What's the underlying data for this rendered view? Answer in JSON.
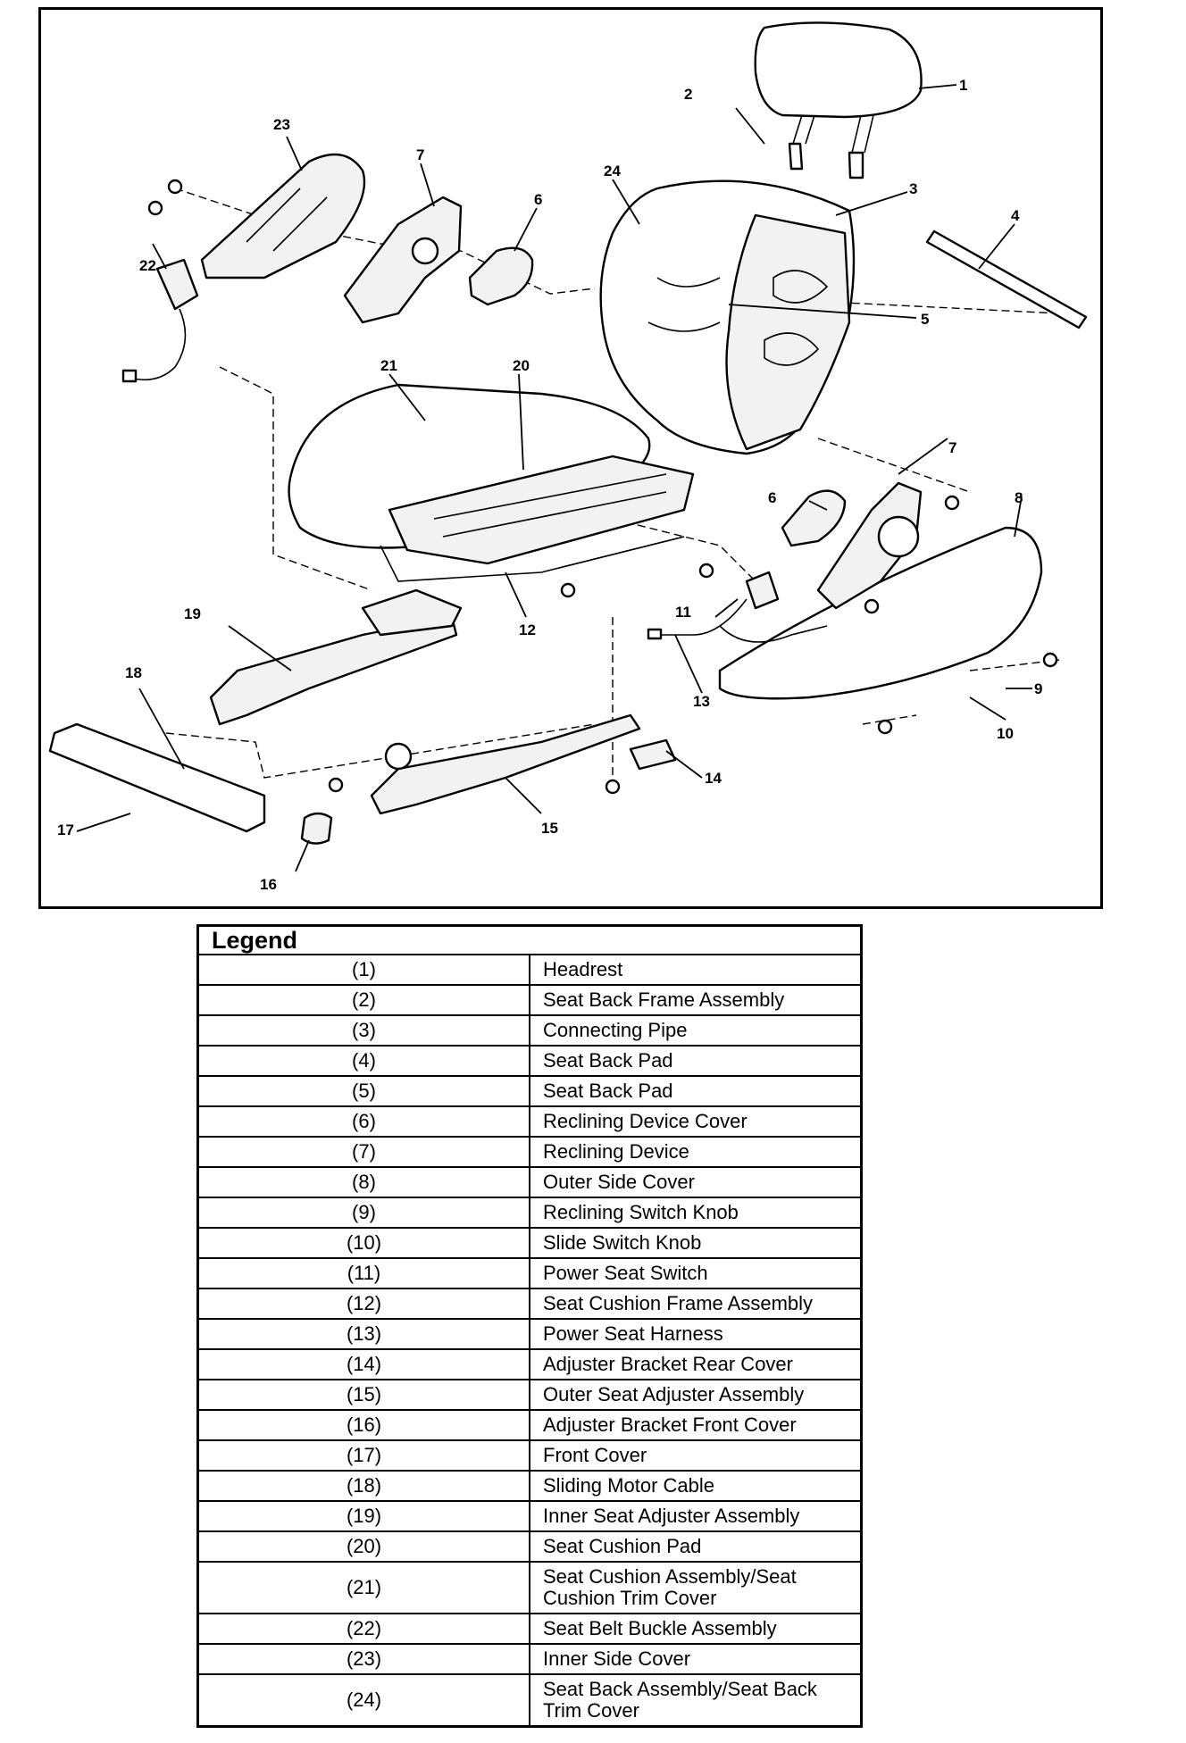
{
  "diagram": {
    "callouts": [
      "1",
      "2",
      "3",
      "4",
      "5",
      "6",
      "7",
      "8",
      "9",
      "10",
      "11",
      "12",
      "13",
      "14",
      "15",
      "16",
      "17",
      "18",
      "19",
      "20",
      "21",
      "22",
      "23",
      "24"
    ],
    "repeat_callouts": [
      "6",
      "7"
    ]
  },
  "legend": {
    "title": "Legend",
    "items": [
      {
        "num": "(1)",
        "label": "Headrest"
      },
      {
        "num": "(2)",
        "label": "Seat Back Frame Assembly"
      },
      {
        "num": "(3)",
        "label": "Connecting Pipe"
      },
      {
        "num": "(4)",
        "label": "Seat Back Pad"
      },
      {
        "num": "(5)",
        "label": "Seat Back Pad"
      },
      {
        "num": "(6)",
        "label": "Reclining Device Cover"
      },
      {
        "num": "(7)",
        "label": "Reclining Device"
      },
      {
        "num": "(8)",
        "label": "Outer Side Cover"
      },
      {
        "num": "(9)",
        "label": "Reclining Switch Knob"
      },
      {
        "num": "(10)",
        "label": "Slide Switch Knob"
      },
      {
        "num": "(11)",
        "label": "Power Seat Switch"
      },
      {
        "num": "(12)",
        "label": "Seat Cushion Frame Assembly"
      },
      {
        "num": "(13)",
        "label": "Power Seat Harness"
      },
      {
        "num": "(14)",
        "label": "Adjuster Bracket Rear Cover"
      },
      {
        "num": "(15)",
        "label": "Outer Seat Adjuster Assembly"
      },
      {
        "num": "(16)",
        "label": "Adjuster Bracket Front Cover"
      },
      {
        "num": "(17)",
        "label": "Front Cover"
      },
      {
        "num": "(18)",
        "label": "Sliding Motor Cable"
      },
      {
        "num": "(19)",
        "label": "Inner Seat Adjuster Assembly"
      },
      {
        "num": "(20)",
        "label": "Seat Cushion Pad"
      },
      {
        "num": "(21)",
        "label": "Seat Cushion Assembly/Seat Cushion Trim Cover"
      },
      {
        "num": "(22)",
        "label": "Seat Belt Buckle Assembly"
      },
      {
        "num": "(23)",
        "label": "Inner Side Cover"
      },
      {
        "num": "(24)",
        "label": "Seat Back Assembly/Seat Back Trim Cover"
      }
    ]
  }
}
